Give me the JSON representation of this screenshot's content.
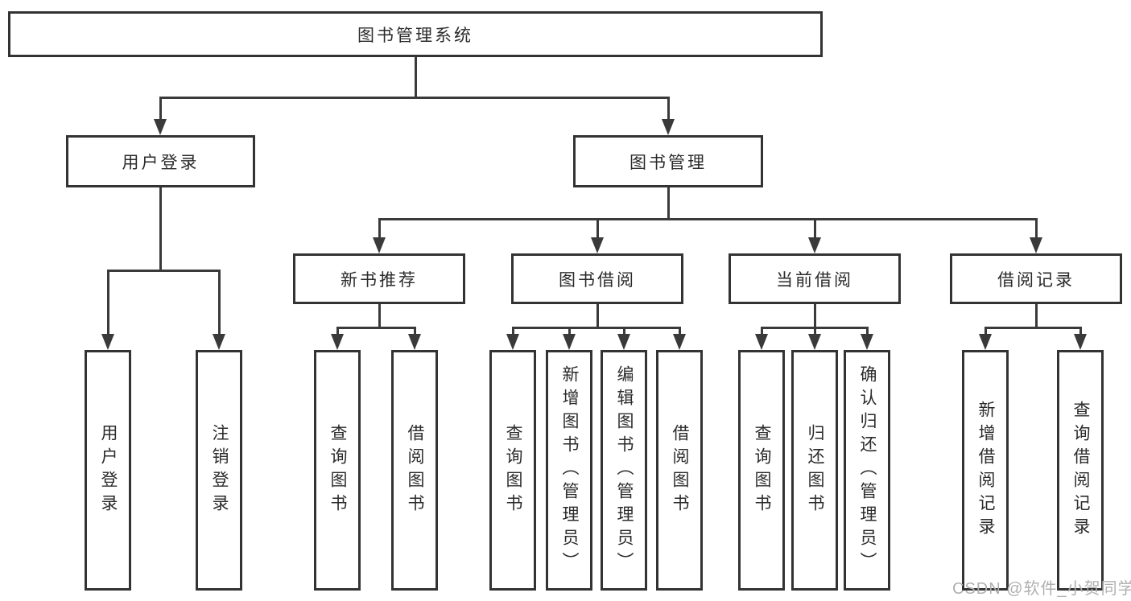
{
  "tree": {
    "root": {
      "label": "图书管理系统"
    },
    "login_branch": {
      "label": "用户登录",
      "children": [
        {
          "label": "用户登录"
        },
        {
          "label": "注销登录"
        }
      ]
    },
    "management_branch": {
      "label": "图书管理",
      "groups": [
        {
          "label": "新书推荐",
          "children": [
            {
              "label": "查询图书"
            },
            {
              "label": "借阅图书"
            }
          ]
        },
        {
          "label": "图书借阅",
          "children": [
            {
              "label": "查询图书"
            },
            {
              "label": "新增图书（管理员）"
            },
            {
              "label": "编辑图书（管理员）"
            },
            {
              "label": "借阅图书"
            }
          ]
        },
        {
          "label": "当前借阅",
          "children": [
            {
              "label": "查询图书"
            },
            {
              "label": "归还图书"
            },
            {
              "label": "确认归还（管理员）"
            }
          ]
        },
        {
          "label": "借阅记录",
          "children": [
            {
              "label": "新增借阅记录"
            },
            {
              "label": "查询借阅记录"
            }
          ]
        }
      ]
    }
  },
  "watermark": {
    "text": "CSDN @软件_小贺同学"
  },
  "colors": {
    "line": "#3a3a3a",
    "border": "#333333",
    "text": "#2b2b2b",
    "background": "#ffffff",
    "watermark": "#b0b0b0"
  }
}
